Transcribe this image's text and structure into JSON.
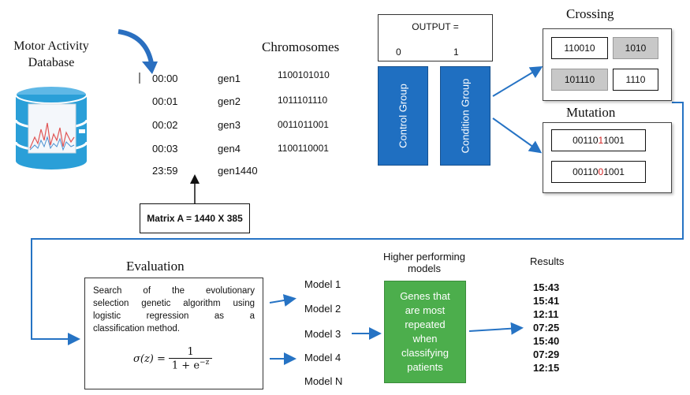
{
  "database": {
    "title_line1": "Motor Activity",
    "title_line2": "Database",
    "icon": "database-cylinder-icon",
    "color": "#2a9fd8"
  },
  "chromosomes": {
    "title": "Chromosomes",
    "rows": [
      {
        "time": "00:00",
        "gene": "gen1",
        "bits": "1100101010"
      },
      {
        "time": "00:01",
        "gene": "gen2",
        "bits": "1011101110"
      },
      {
        "time": "00:02",
        "gene": "gen3",
        "bits": "0011011001"
      },
      {
        "time": "00:03",
        "gene": "gen4",
        "bits": "1100110001"
      },
      {
        "time": "23:59",
        "gene": "gen1440",
        "bits": ""
      }
    ]
  },
  "matrix": {
    "label": "Matrix A = 1440 X 385"
  },
  "output": {
    "label": "OUTPUT =",
    "zero": "0",
    "one": "1"
  },
  "groups": {
    "control": "Control Group",
    "condition": "Condition Group",
    "color": "#1f6fc1"
  },
  "crossing": {
    "title": "Crossing",
    "cells": [
      "110010",
      "1010",
      "101110",
      "1110"
    ]
  },
  "mutation": {
    "title": "Mutation",
    "row1": {
      "pre": "00110",
      "mut": "1",
      "post": "1001"
    },
    "row2": {
      "pre": "00110",
      "mut": "0",
      "post": "1001"
    },
    "mutation_color": "#d42020"
  },
  "evaluation": {
    "title": "Evaluation",
    "line1": "Search of the evolutionary",
    "line2": "selection genetic algorithm using",
    "line3": "logistic regression as a",
    "line4": "classification method.",
    "formula_lhs": "σ(z) =",
    "formula_num": "1",
    "formula_den": "1 + e",
    "formula_exp": "−z"
  },
  "models": [
    "Model 1",
    "Model 2",
    "Model 3",
    "Model 4",
    "Model N"
  ],
  "higher": {
    "title_line1": "Higher performing",
    "title_line2": "models",
    "box_line1": "Genes that",
    "box_line2": "are most",
    "box_line3": "repeated",
    "box_line4": "when",
    "box_line5": "classifying",
    "box_line6": "patients",
    "color": "#4cae4c"
  },
  "results": {
    "title": "Results",
    "times": [
      "15:43",
      "15:41",
      "12:11",
      "07:25",
      "15:40",
      "07:29",
      "12:15"
    ]
  },
  "arrow_color": "#2673c4"
}
